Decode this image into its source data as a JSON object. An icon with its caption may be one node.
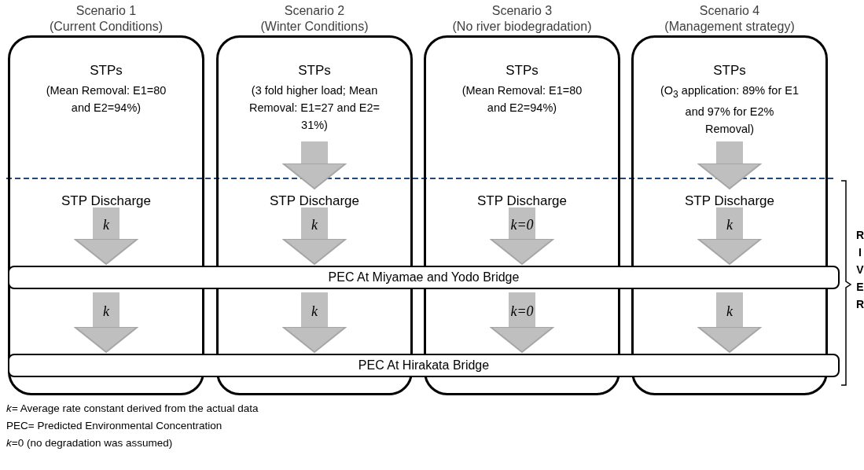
{
  "diagram": {
    "nodes": [
      {
        "text": [
          "Scenario 1 (Current Conditions)",
          "STPs",
          "(Mean Removal: E1=80 and E2=94%)"
        ]
      },
      {
        "text": [
          "Scenario 2 (Winter Conditions)",
          "STPs",
          "(3 fold higher load; Mean Removal: E1=27 and E2= 31%)"
        ]
      },
      {
        "text": [
          "Scenario 3 (No river biodegradation)",
          "STPs",
          "(Mean Removal: E1=80 and E2=94%)"
        ]
      },
      {
        "text": [
          "Scenario 4 (Management strategy)",
          "STPs",
          "(O$_{3}$ application: 89% for E1 and 97% for E2% Removal)"
        ]
      },
      {
        "text": [
          "STP Discharge"
        ],
        "in": 0
      },
      {
        "text": [
          "STP Discharge"
        ],
        "in": 1
      },
      {
        "text": [
          "STP Discharge"
        ],
        "in": 2
      },
      {
        "text": [
          "STP Discharge"
        ],
        "in": 3
      },
      {
        "text": [
          "PEC At Miyamae and Yodo Bridge"
        ]
      },
      {
        "text": [
          "PEC At Hirakata Bridge"
        ]
      }
    ],
    "edges": [
      {
        "from": 1,
        "to": 5,
        "arrow": "to"
      },
      {
        "from": 3,
        "to": 7,
        "arrow": "to"
      },
      {
        "from": 4,
        "to": 8,
        "arrow": "to",
        "label": "k"
      },
      {
        "from": 5,
        "to": 8,
        "arrow": "to",
        "label": "k"
      },
      {
        "from": 6,
        "to": 8,
        "arrow": "to",
        "label": "k=0"
      },
      {
        "from": 7,
        "to": 8,
        "arrow": "to",
        "label": "k"
      },
      {
        "from": 8,
        "to": 9,
        "arrow": "to",
        "label": "k"
      },
      {
        "from": 8,
        "to": 9,
        "arrow": "to",
        "label": "k"
      },
      {
        "from": 8,
        "to": 9,
        "arrow": "to",
        "label": "k=0"
      },
      {
        "from": 8,
        "to": 9,
        "arrow": "to",
        "label": "k"
      }
    ],
    "labels": [
      "RIVER",
      "*k=* Average rate constant derived from the actual data",
      "PEC= Predicted Environmental Concentration",
      "*k*=0 (no degradation was assumed)"
    ]
  }
}
